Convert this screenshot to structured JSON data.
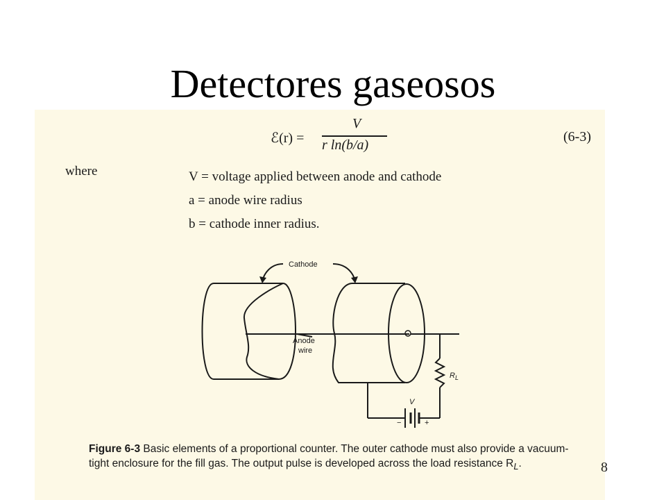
{
  "slide": {
    "title": "Detectores gaseosos",
    "page_number": "8"
  },
  "equation": {
    "lhs": "ℰ(r) =",
    "numerator": "V",
    "denominator": "r ln(b/a)",
    "tag": "(6-3)"
  },
  "definitions": {
    "where": "where",
    "items": [
      "V = voltage applied between anode and cathode",
      "a = anode wire radius",
      "b = cathode inner radius."
    ]
  },
  "figure": {
    "cathode_label": "Cathode",
    "anode_label_line1": "Anode",
    "anode_label_line2": "wire",
    "resistor_label": "R",
    "resistor_sub": "L",
    "battery_label": "V",
    "minus": "−",
    "plus": "+"
  },
  "caption": {
    "label": "Figure 6-3",
    "text": "Basic elements of a proportional counter. The outer cathode must also provide a vacuum-tight enclosure for the fill gas. The output pulse is developed across the load resistance R",
    "sub": "L",
    "end": "."
  }
}
